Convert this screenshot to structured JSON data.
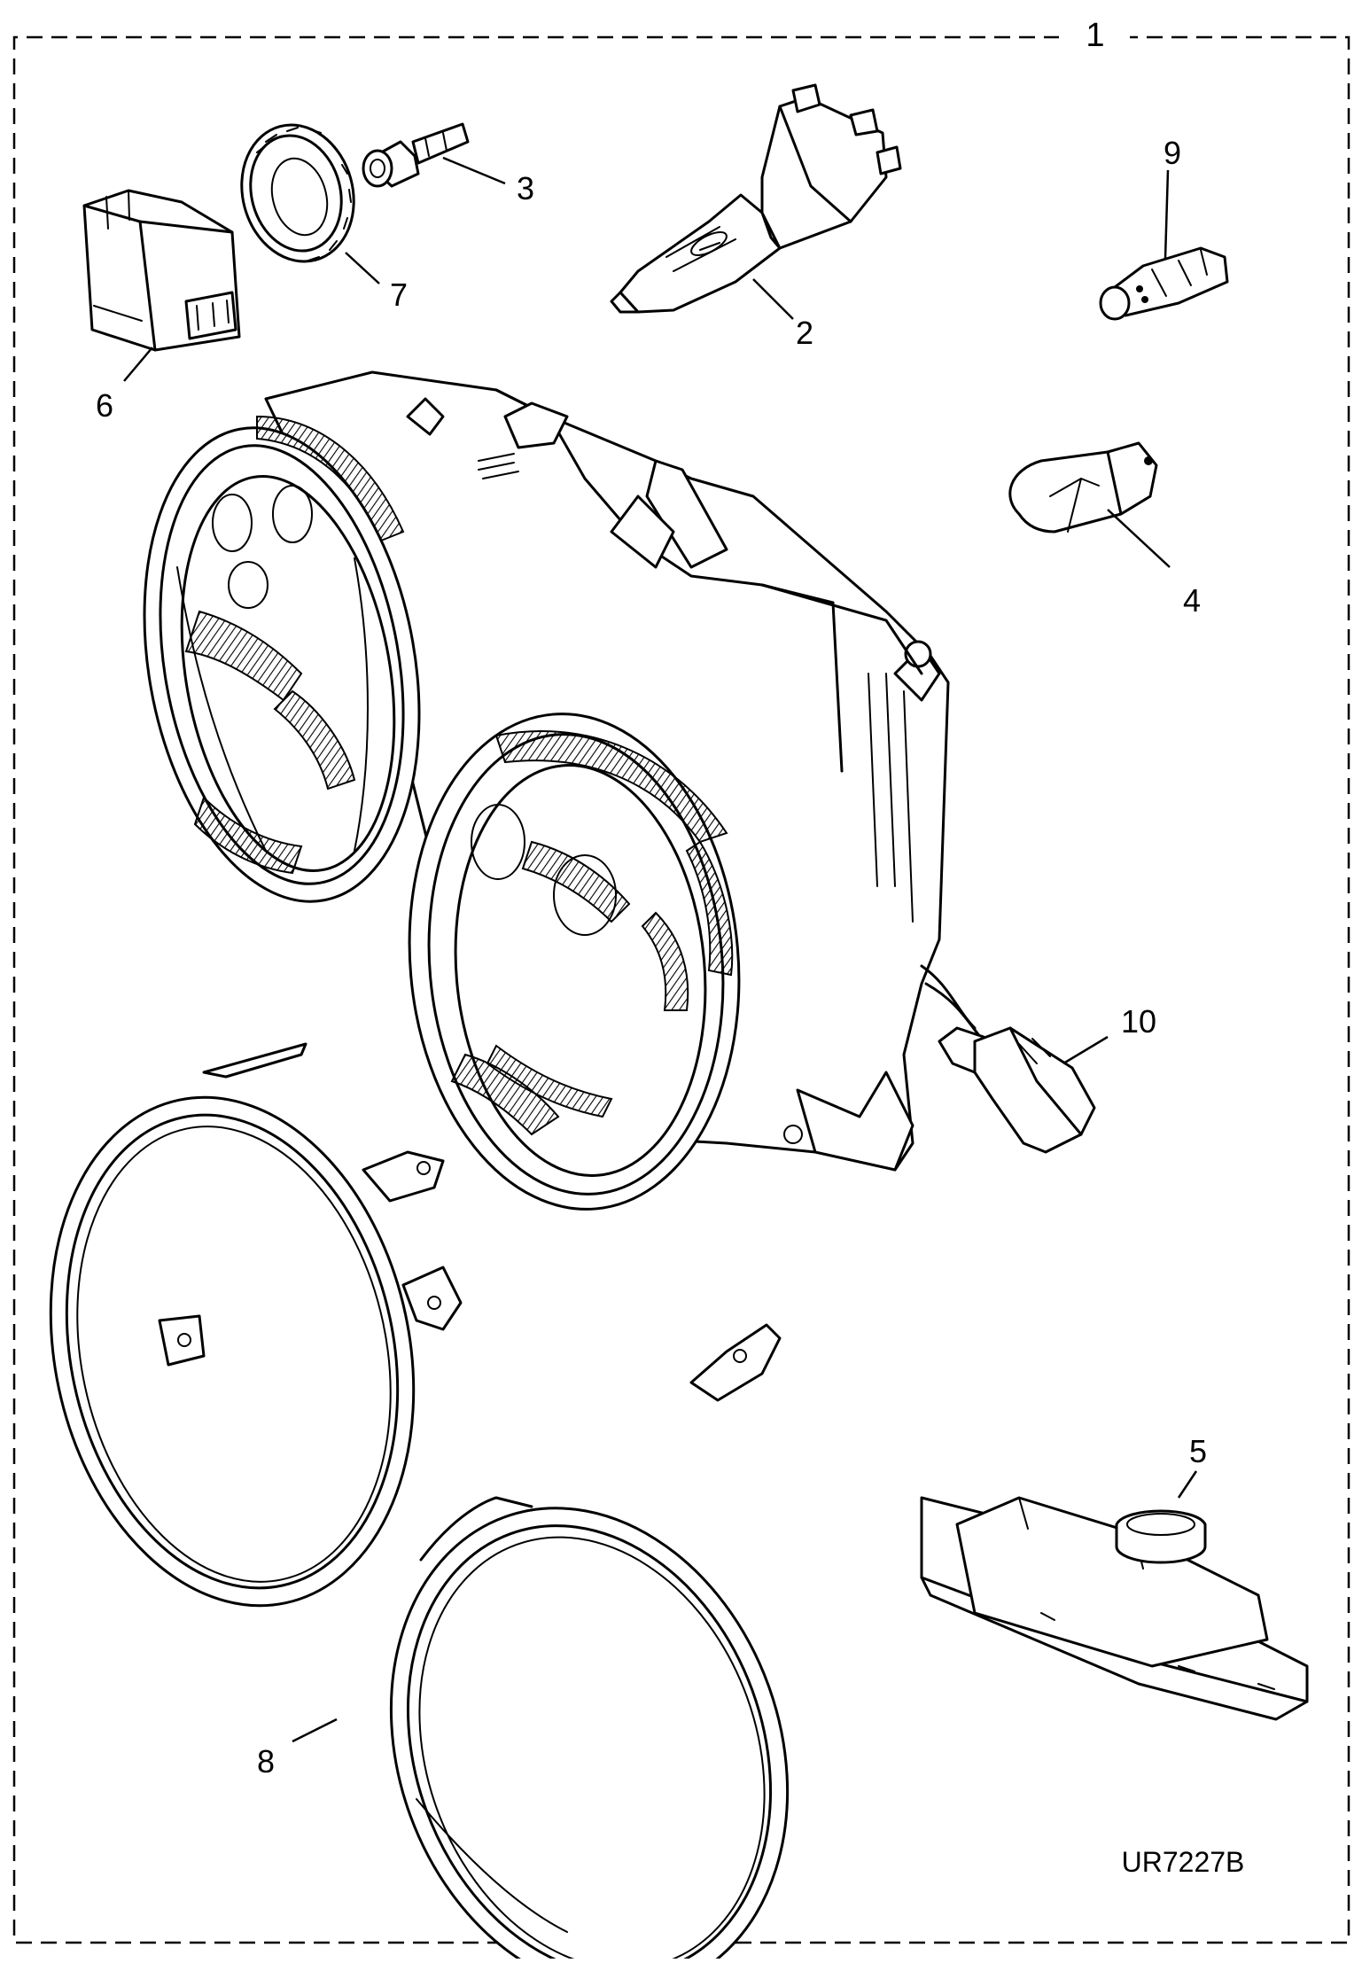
{
  "diagram": {
    "assembly_label": "1",
    "reference_code": "UR7227B",
    "callouts": [
      {
        "id": "callout-1",
        "label": "1"
      },
      {
        "id": "callout-2",
        "label": "2"
      },
      {
        "id": "callout-3",
        "label": "3"
      },
      {
        "id": "callout-4",
        "label": "4"
      },
      {
        "id": "callout-5",
        "label": "5"
      },
      {
        "id": "callout-6",
        "label": "6"
      },
      {
        "id": "callout-7",
        "label": "7"
      },
      {
        "id": "callout-8",
        "label": "8"
      },
      {
        "id": "callout-9",
        "label": "9"
      },
      {
        "id": "callout-10",
        "label": "10"
      }
    ]
  }
}
